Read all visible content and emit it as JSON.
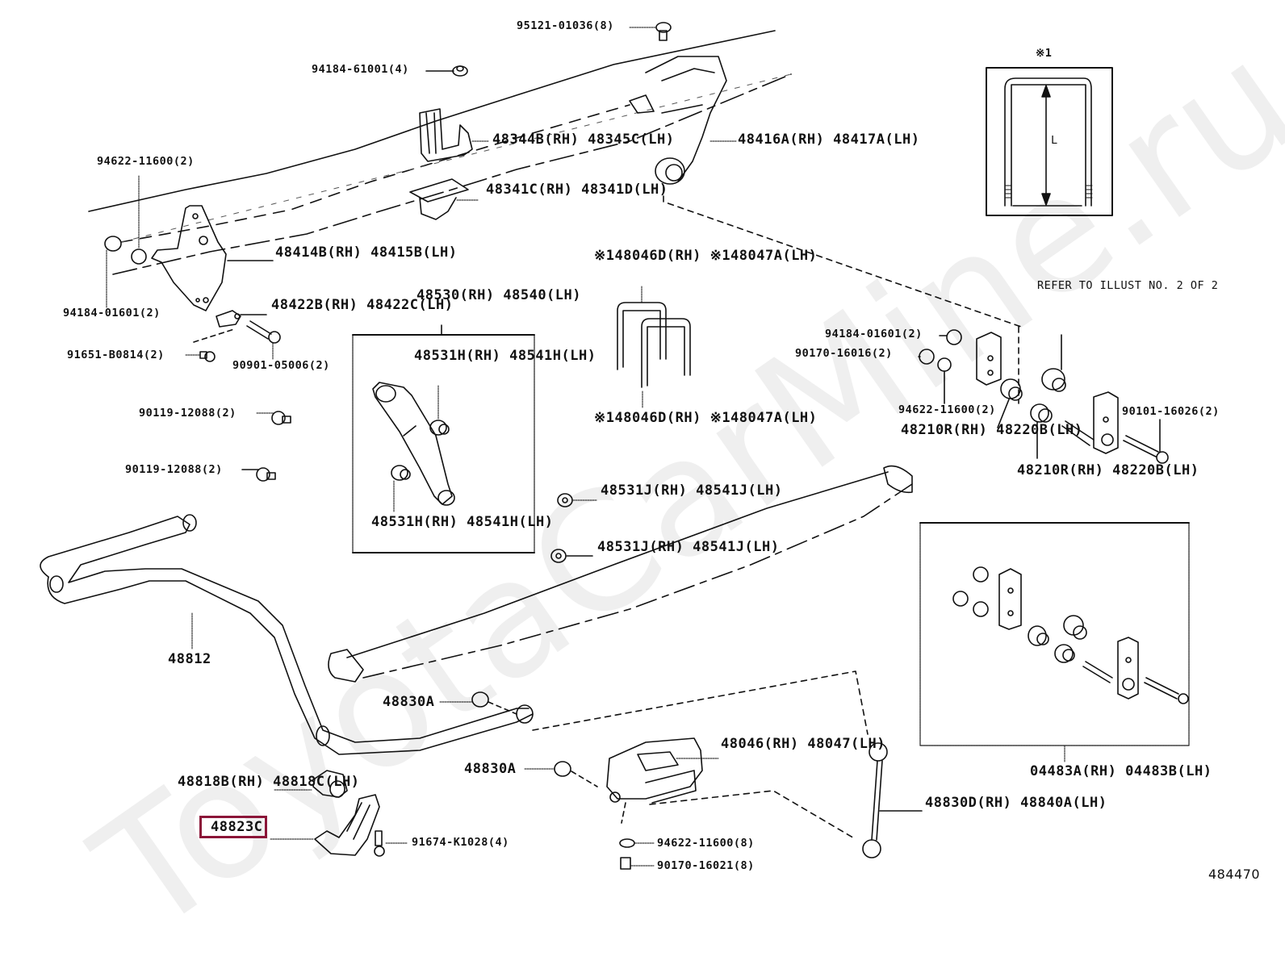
{
  "diagram": {
    "type": "exploded-parts-diagram",
    "watermark": "ToyotaCarMine.ru",
    "illustration_number": "484470",
    "highlight_color": "#8b1538",
    "highlighted_part": "48823C",
    "note_marker": "※1",
    "inset_ubolt": {
      "marker": "※1",
      "dimension_label": "L"
    },
    "refer_note": [
      "REFER TO",
      "ILLUST NO.",
      "2 OF 2"
    ],
    "labels": {
      "p95121": "95121-01036(8)",
      "p94184_61001": "94184-61001(4)",
      "p94622_top": "94622-11600(2)",
      "p48344": [
        "48344B(RH)",
        "48345C(LH)"
      ],
      "p48341": [
        "48341C(RH)",
        "48341D(LH)"
      ],
      "p48416": [
        "48416A(RH)",
        "48417A(LH)"
      ],
      "p48414": [
        "48414B(RH)",
        "48415B(LH)"
      ],
      "p94184_left": "94184-01601(2)",
      "p48422": [
        "48422B(RH)",
        "48422C(LH)"
      ],
      "p91651": "91651-B0814(2)",
      "p90901": "90901-05006(2)",
      "p90119_a": "90119-12088(2)",
      "p90119_b": "90119-12088(2)",
      "p48530": [
        "48530(RH)",
        "48540(LH)"
      ],
      "p48531H_top": [
        "48531H(RH)",
        "48541H(LH)"
      ],
      "p48531H_bot": [
        "48531H(RH)",
        "48541H(LH)"
      ],
      "p48046_top": [
        "※148046D(RH)",
        "※148047A(LH)"
      ],
      "p48046_bot": [
        "※148046D(RH)",
        "※148047A(LH)"
      ],
      "p48531J_a": [
        "48531J(RH)",
        "48541J(LH)"
      ],
      "p48531J_b": [
        "48531J(RH)",
        "48541J(LH)"
      ],
      "p94184_right": "94184-01601(2)",
      "p90170_16016": "90170-16016(2)",
      "p94622_right": "94622-11600(2)",
      "p48210_a": [
        "48210R(RH)",
        "48220B(LH)"
      ],
      "p48210_b": [
        "48210R(RH)",
        "48220B(LH)"
      ],
      "p90101": "90101-16026(2)",
      "p48812": "48812",
      "p48830A_a": "48830A",
      "p48830A_b": "48830A",
      "p48818": [
        "48818B(RH)",
        "48818C(LH)"
      ],
      "p48823C": "48823C",
      "p91674": "91674-K1028(4)",
      "p48046_bracket": [
        "48046(RH)",
        "48047(LH)"
      ],
      "p94622_bottom": "94622-11600(8)",
      "p90170_16021": "90170-16021(8)",
      "p48830D": [
        "48830D(RH)",
        "48840A(LH)"
      ],
      "p04483": [
        "04483A(RH)",
        "04483B(LH)"
      ]
    }
  }
}
